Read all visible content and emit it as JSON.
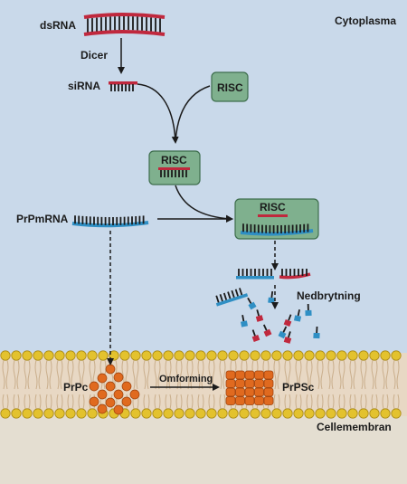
{
  "labels": {
    "cytoplasm": "Cytoplasma",
    "dsrna": "dsRNA",
    "dicer": "Dicer",
    "sirna": "siRNA",
    "risc": "RISC",
    "prpmrna": "PrPmRNA",
    "degradation": "Nedbrytning",
    "prpc": "PrPc",
    "conversion": "Omforming",
    "prpsc": "PrPSc",
    "membrane": "Cellemembran"
  },
  "colors": {
    "cytoplasm_bg": "#c9d9ea",
    "membrane_band": "#e8d8c4",
    "lipid_head": "#e3c22e",
    "extracellular": "#e4ded1",
    "risc_fill": "#7fb08e",
    "rna_red": "#c0283d",
    "rna_blue": "#2f8fc4",
    "prion_orange": "#e06a1f",
    "ink": "#1b1b1b"
  }
}
